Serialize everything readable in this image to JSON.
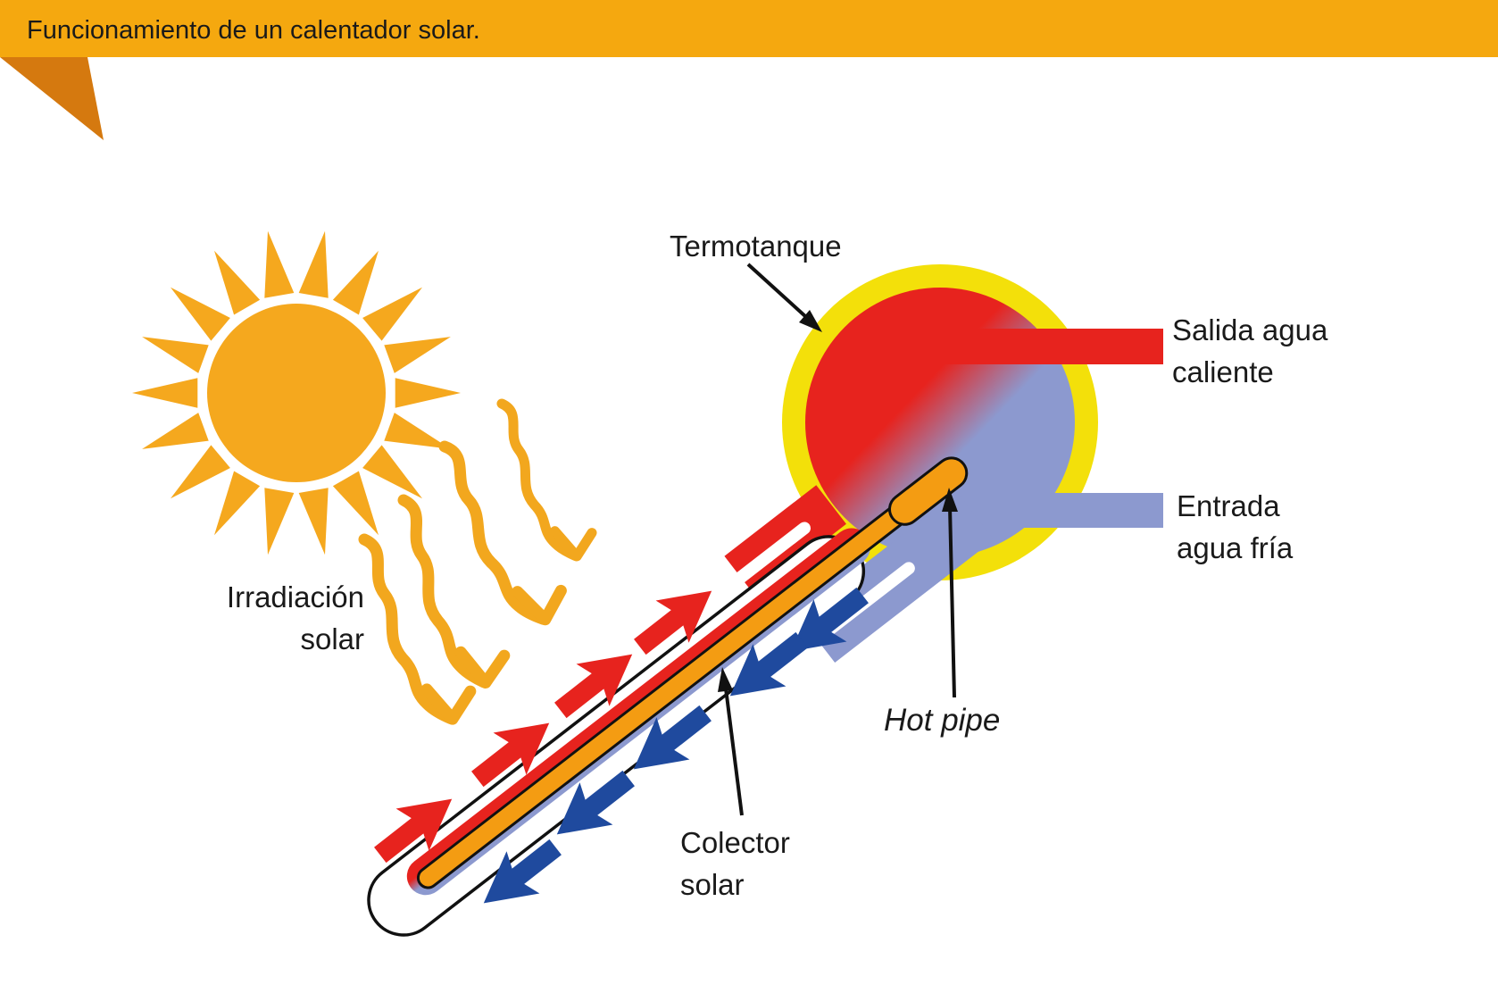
{
  "title": "Funcionamiento de un calentador solar.",
  "labels": {
    "termotanque": "Termotanque",
    "salida_1": "Salida agua",
    "salida_2": "caliente",
    "entrada_1": "Entrada",
    "entrada_2": "agua fría",
    "irradiacion_1": "Irradiación",
    "irradiacion_2": "solar",
    "colector_1": "Colector",
    "colector_2": "solar",
    "hot_pipe": "Hot pipe"
  },
  "colors": {
    "header_bar": "#F5A80F",
    "header_fold": "#D5790F",
    "sun": "#F5A81E",
    "irradiation_wave": "#F2A71E",
    "tank_ring_yellow": "#F3E00A",
    "hot_red": "#E7231E",
    "cold_lavender": "#8C99CF",
    "hot_pipe_orange": "#F49C12",
    "cold_arrow_blue": "#1F4A9E",
    "outline": "#111111",
    "label_text": "#1A1A1A"
  }
}
